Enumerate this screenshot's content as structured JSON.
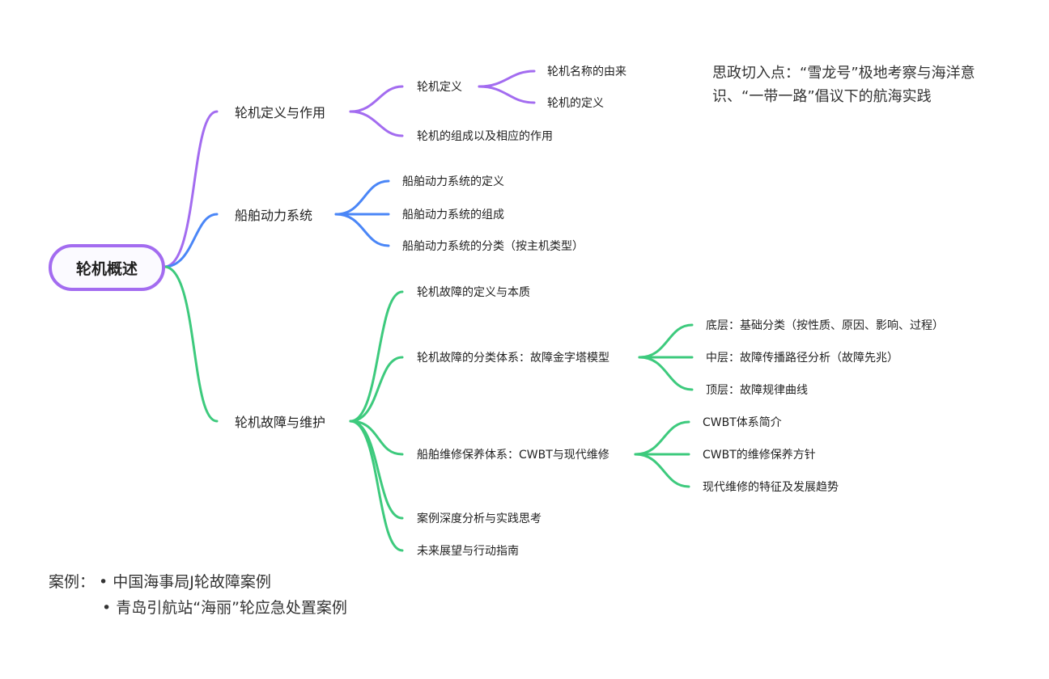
{
  "colors": {
    "purple": "#a36cf0",
    "blue": "#4a86f7",
    "green": "#3dca7d"
  },
  "root": {
    "label": "轮机概述"
  },
  "branches": [
    {
      "label": "轮机定义与作用",
      "children": [
        {
          "label": "轮机定义",
          "children": [
            {
              "label": "轮机名称的由来"
            },
            {
              "label": "轮机的定义"
            }
          ]
        },
        {
          "label": "轮机的组成以及相应的作用"
        }
      ]
    },
    {
      "label": "船舶动力系统",
      "children": [
        {
          "label": "船舶动力系统的定义"
        },
        {
          "label": "船舶动力系统的组成"
        },
        {
          "label": "船舶动力系统的分类（按主机类型）"
        }
      ]
    },
    {
      "label": "轮机故障与维护",
      "children": [
        {
          "label": "轮机故障的定义与本质"
        },
        {
          "label": "轮机故障的分类体系：故障金字塔模型",
          "children": [
            {
              "label": "底层：基础分类（按性质、原因、影响、过程）"
            },
            {
              "label": "中层：故障传播路径分析（故障先兆）"
            },
            {
              "label": "顶层：故障规律曲线"
            }
          ]
        },
        {
          "label": "船舶维修保养体系：CWBT与现代维修",
          "children": [
            {
              "label": "CWBT体系简介"
            },
            {
              "label": "CWBT的维修保养方针"
            },
            {
              "label": "现代维修的特征及发展趋势"
            }
          ]
        },
        {
          "label": "案例深度分析与实践思考"
        },
        {
          "label": "未来展望与行动指南"
        }
      ]
    }
  ],
  "note": "思政切入点：“雪龙号”极地考察与海洋意识、“一带一路”倡议下的航海实践",
  "cases": {
    "label": "案例：",
    "items": [
      "• 中国海事局J轮故障案例",
      "• 青岛引航站“海丽”轮应急处置案例"
    ]
  }
}
